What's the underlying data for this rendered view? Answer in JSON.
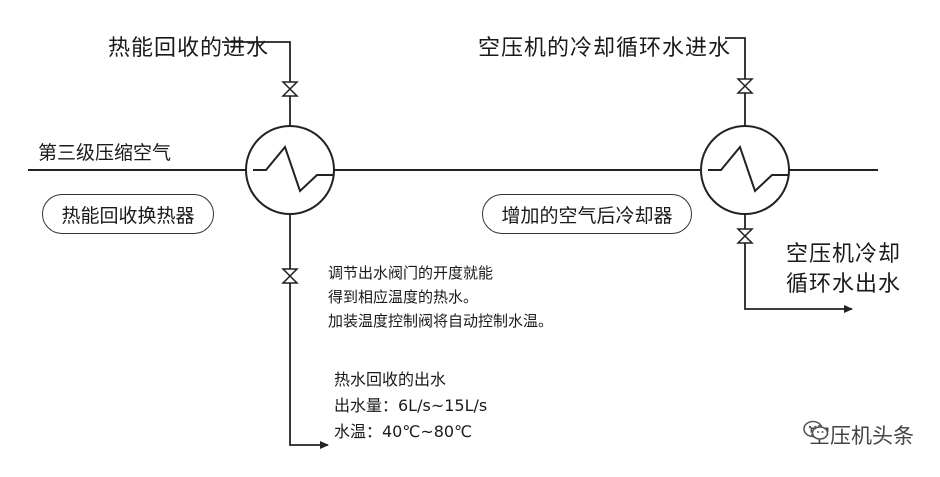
{
  "labels": {
    "hr_inlet": "热能回收的进水",
    "cooler_inlet": "空压机的冷却循环水进水",
    "air_in": "第三级压缩空气",
    "hr_exchanger": "热能回收换热器",
    "aftercooler": "增加的空气后冷却器",
    "cooler_outlet_1": "空压机冷却",
    "cooler_outlet_2": "循环水出水",
    "note_1": "调节出水阀门的开度就能",
    "note_2": "得到相应温度的热水。",
    "note_3": "加装温度控制阀将自动控制水温。",
    "hot_water_title": "热水回收的出水",
    "flow_rate": "出水量：6L/s~15L/s",
    "water_temp": "水温：40℃~80℃"
  },
  "watermark": {
    "icon": "wechat-icon",
    "text": "空压机头条"
  },
  "colors": {
    "line": "#222222",
    "text": "#1a1a1a"
  }
}
